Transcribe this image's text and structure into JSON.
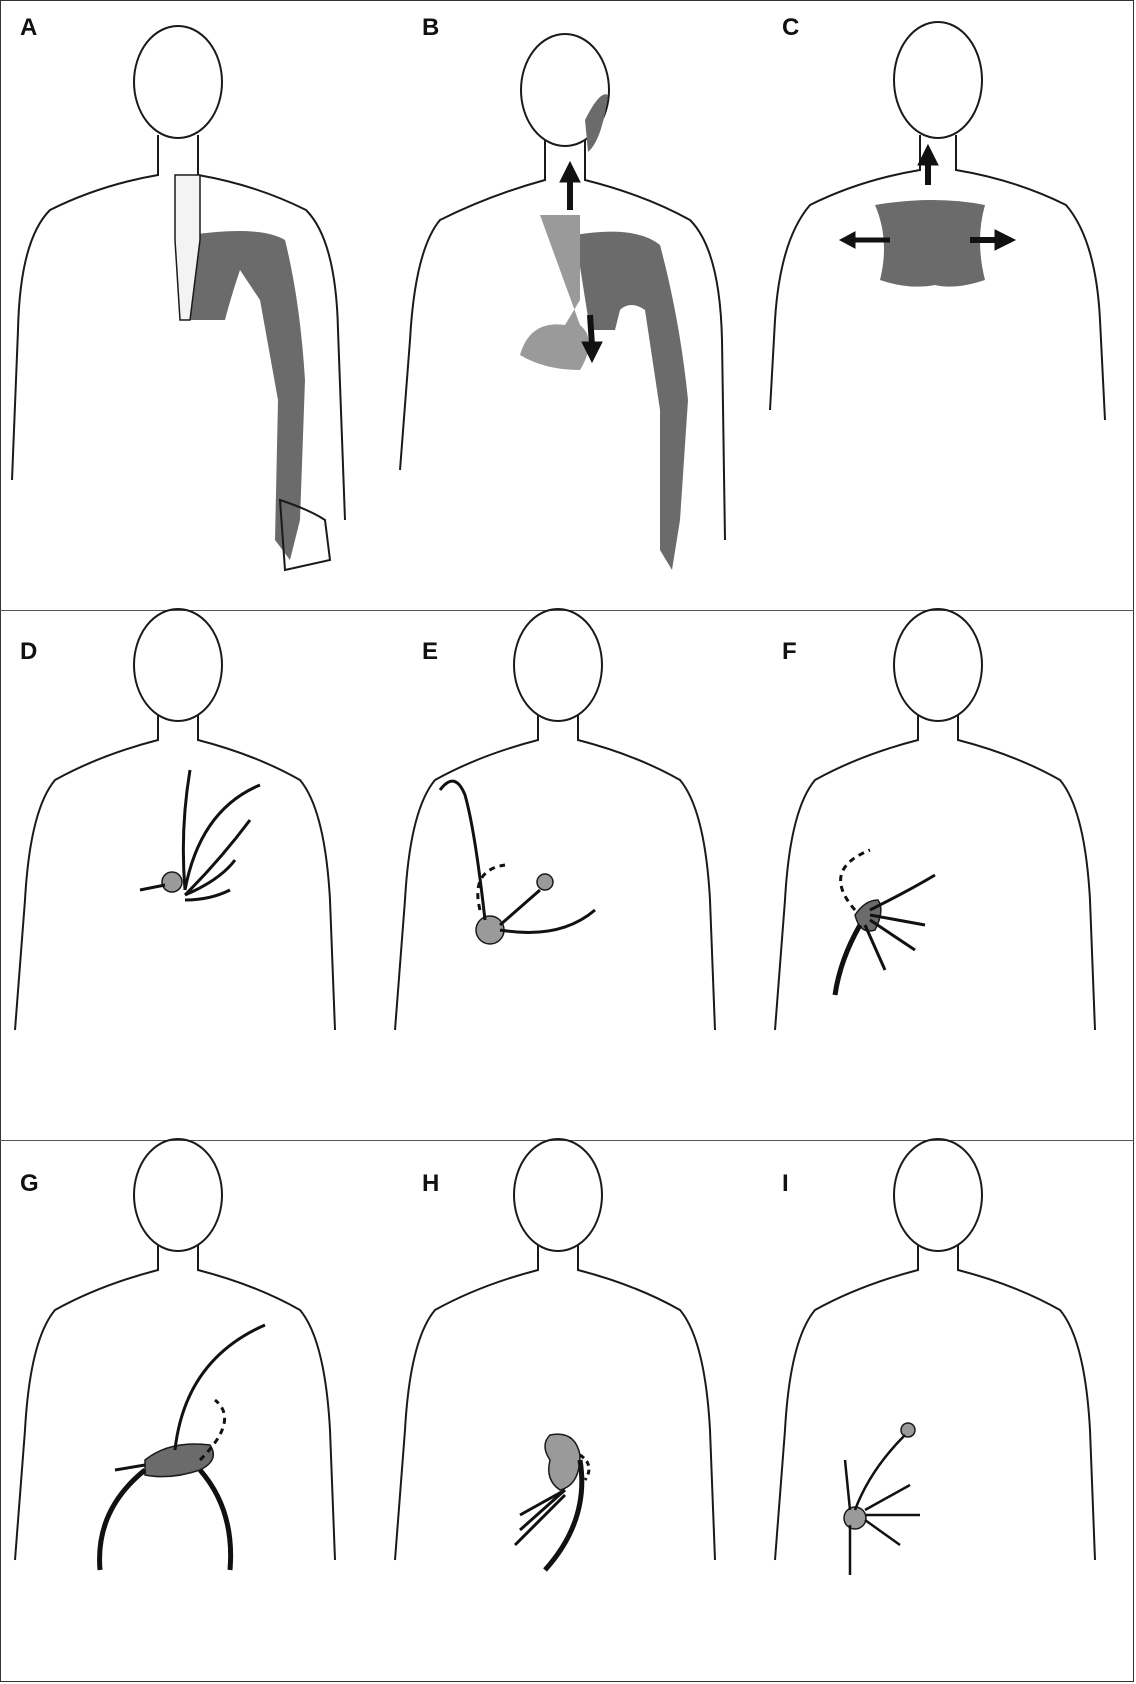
{
  "panels": [
    {
      "id": "A",
      "label": "A"
    },
    {
      "id": "B",
      "label": "B"
    },
    {
      "id": "C",
      "label": "C"
    },
    {
      "id": "D",
      "label": "D"
    },
    {
      "id": "E",
      "label": "E"
    },
    {
      "id": "F",
      "label": "F"
    },
    {
      "id": "G",
      "label": "G"
    },
    {
      "id": "H",
      "label": "H"
    },
    {
      "id": "I",
      "label": "I"
    }
  ],
  "colors": {
    "line": "#1a1a1a",
    "dark_fill": "#6b6b6b",
    "mid_fill": "#9a9a9a",
    "light_fill": "#f3f3f3"
  }
}
